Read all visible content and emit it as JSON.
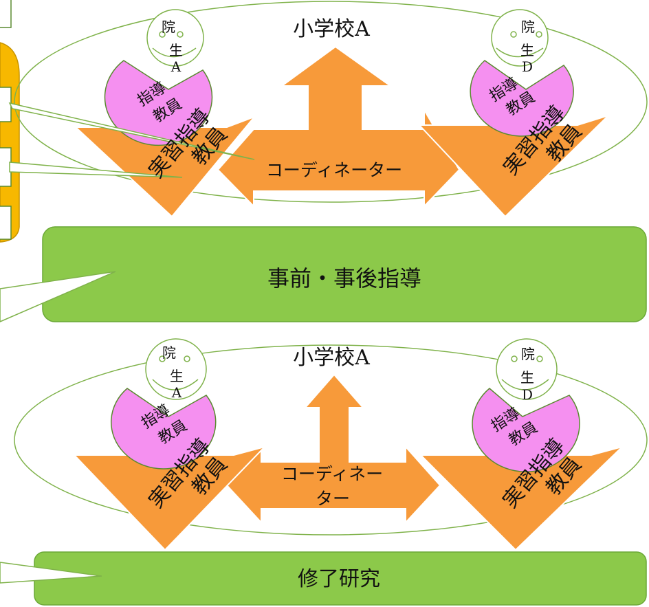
{
  "colors": {
    "ellipse_stroke": "#7fb24a",
    "arrow_orange": "#f79a3a",
    "box_green": "#8cc94a",
    "box_green_stroke": "#6aa836",
    "pink": "#f590f0",
    "pink_stroke": "#5a8a30",
    "face_stroke": "#7fb24a",
    "callout_yellow": "#f7b800",
    "callout_fill": "#ffffff"
  },
  "top": {
    "school": "小学校A",
    "coordinator": "コーディネーター",
    "student_left": [
      "院",
      "生",
      "A"
    ],
    "student_right": [
      "院",
      "生",
      "D"
    ],
    "advisor_left": [
      "指導",
      "教員"
    ],
    "advisor_right": [
      "指導",
      "教員"
    ],
    "mentor_left": [
      "実習指導",
      "教員"
    ],
    "mentor_right": [
      "実習指導",
      "教員"
    ]
  },
  "middle_box": {
    "label": "事前・事後指導"
  },
  "bottom": {
    "school": "小学校A",
    "coordinator": [
      "コーディネー",
      "ター"
    ],
    "student_left": [
      "院",
      "生",
      "A"
    ],
    "student_right": [
      "院",
      "生",
      "D"
    ],
    "advisor_left": [
      "指導",
      "教員"
    ],
    "advisor_right": [
      "指導",
      "教員"
    ],
    "mentor_left": [
      "実習指導",
      "教員"
    ],
    "mentor_right": [
      "実習指導",
      "教員"
    ]
  },
  "bottom_box": {
    "label": "修了研究"
  }
}
